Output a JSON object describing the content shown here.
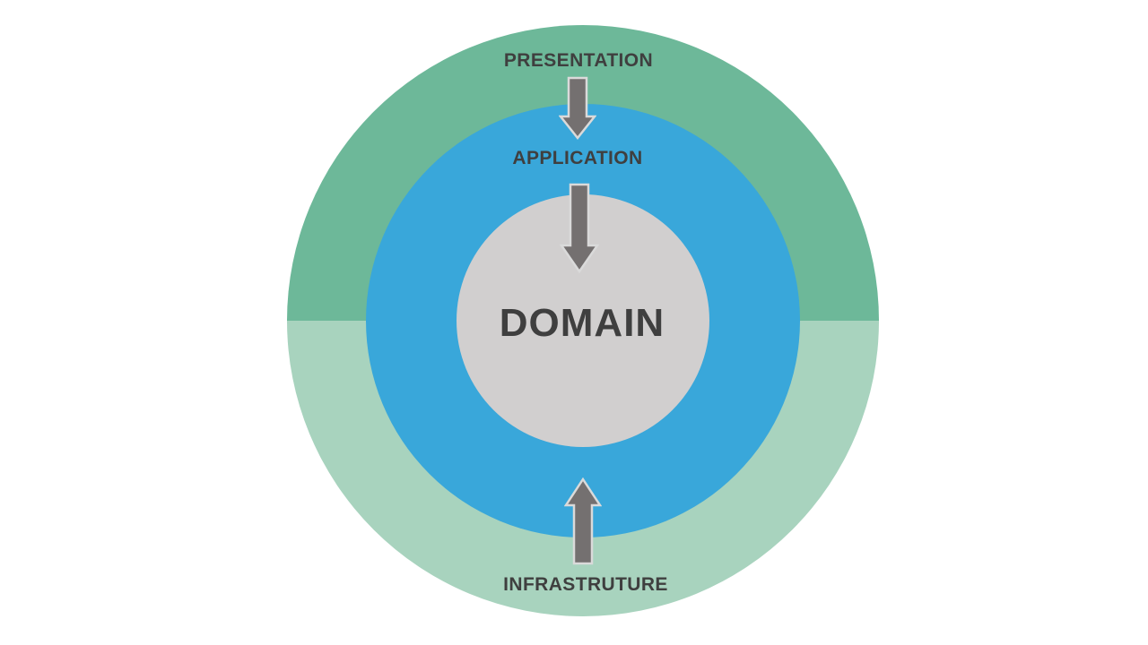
{
  "diagram": {
    "type": "onion-architecture-layers",
    "center_label": "DOMAIN",
    "layers": [
      {
        "id": "presentation",
        "label": "PRESENTATION",
        "ring": "outer",
        "position": "top-outside"
      },
      {
        "id": "application",
        "label": "APPLICATION",
        "ring": "middle",
        "position": "top-inside-blue"
      },
      {
        "id": "domain",
        "label": "DOMAIN",
        "ring": "inner",
        "position": "center"
      },
      {
        "id": "infrastruture",
        "label": "INFRASTRUTURE",
        "ring": "outer",
        "position": "bottom-inside-green"
      }
    ],
    "arrows": [
      {
        "id": "presentation-to-application",
        "direction": "down",
        "from": "presentation",
        "to": "application"
      },
      {
        "id": "application-to-domain",
        "direction": "down",
        "from": "application",
        "to": "domain"
      },
      {
        "id": "infrastruture-to-application",
        "direction": "up",
        "from": "infrastruture",
        "to": "application"
      }
    ]
  },
  "labels": {
    "presentation": "PRESENTATION",
    "application": "APPLICATION",
    "domain": "DOMAIN",
    "infrastruture": "INFRASTRUTURE"
  },
  "colors": {
    "outer_top_green": "#6db899",
    "outer_bottom_green": "#a8d3be",
    "middle_blue": "#39a7da",
    "inner_gray": "#d1cfcf",
    "arrow_fill": "#747070",
    "arrow_outline": "#dadada",
    "label_text": "#3f3f3f",
    "canvas_bg": "#ffffff"
  }
}
